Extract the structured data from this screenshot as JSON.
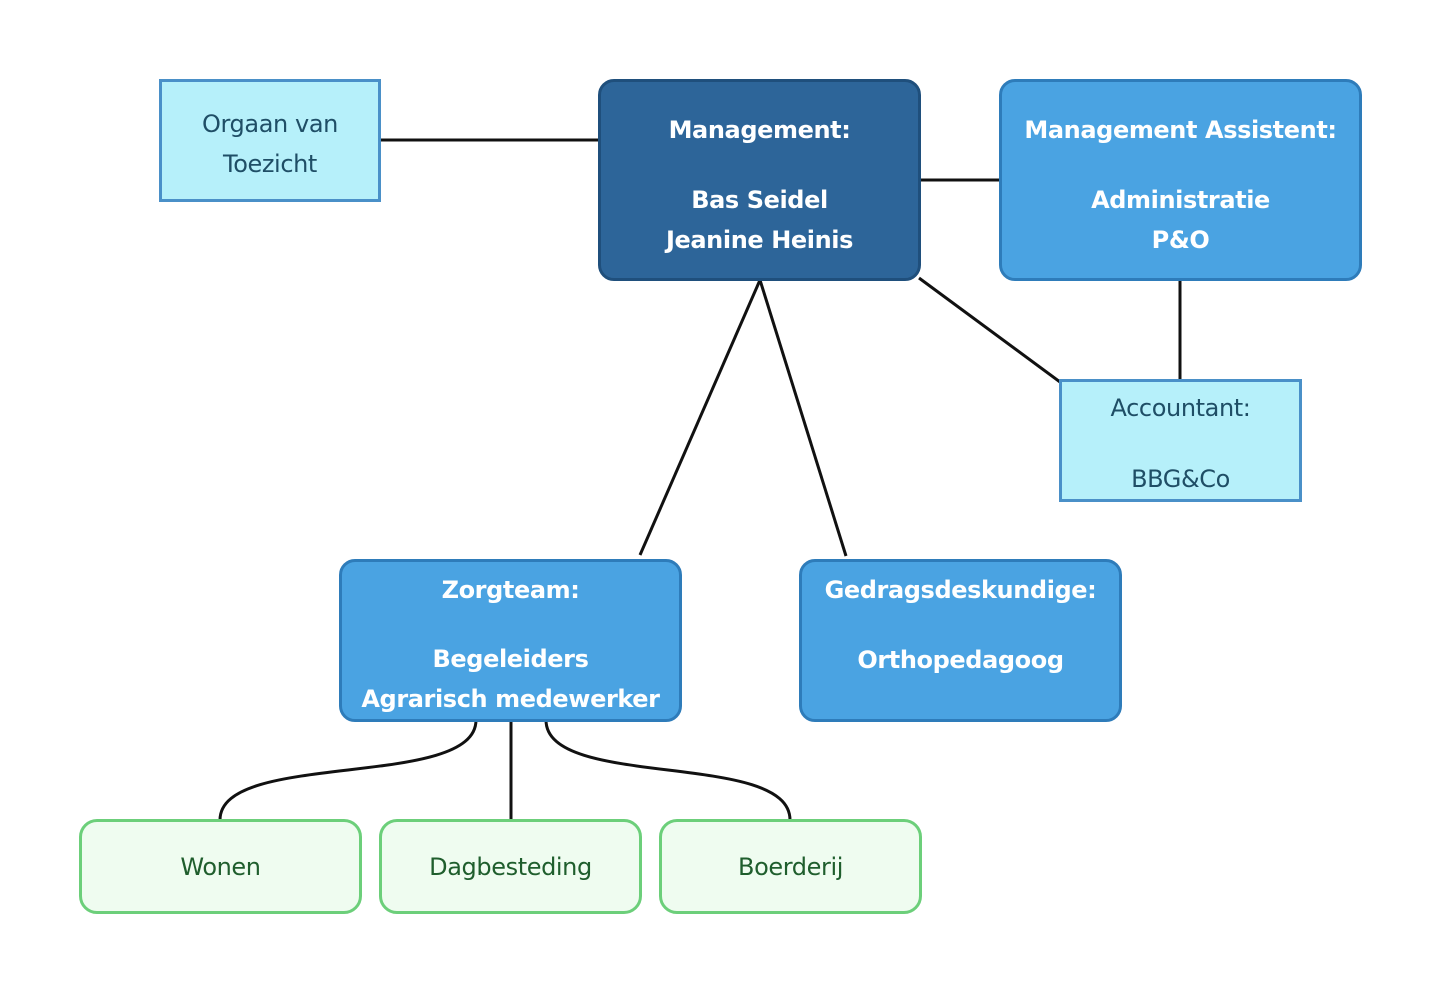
{
  "diagram": {
    "oversight": {
      "lines": [
        "Orgaan van",
        "Toezicht"
      ]
    },
    "management": {
      "title": "Management:",
      "lines": [
        "Bas Seidel",
        "Jeanine Heinis"
      ]
    },
    "assistant": {
      "title": "Management Assistent:",
      "lines": [
        "Administratie",
        "P&O"
      ]
    },
    "accountant": {
      "title": "Accountant:",
      "lines": [
        "BBG&Co"
      ]
    },
    "care_team": {
      "title": "Zorgteam:",
      "lines": [
        "Begeleiders",
        "Agrarisch medewerker"
      ]
    },
    "behavioral_expert": {
      "title": "Gedragsdeskundige:",
      "lines": [
        "Orthopedagoog"
      ]
    },
    "leaves": [
      "Wonen",
      "Dagbesteding",
      "Boerderij"
    ]
  },
  "colors": {
    "connector": "#111111",
    "cyan_fill": "#b6f0fa",
    "dark_blue_fill": "#2d6599",
    "blue_fill": "#4aa3e2",
    "green_border": "#6ccf7a",
    "green_fill": "#effcf0"
  }
}
